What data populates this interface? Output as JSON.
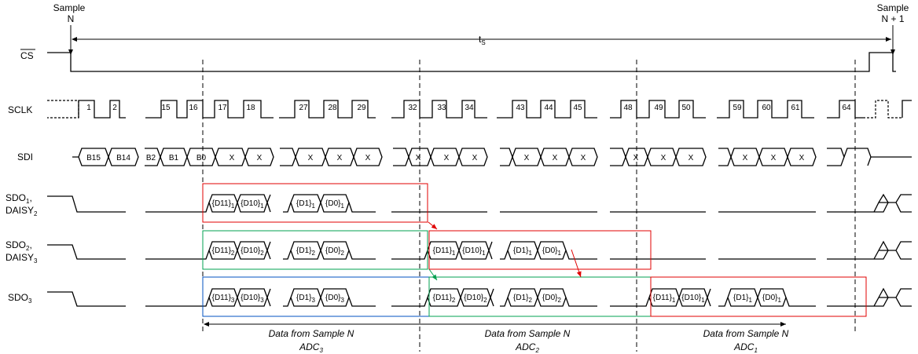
{
  "sample_n": [
    "Sample",
    "N"
  ],
  "sample_n1": [
    "Sample",
    "N + 1"
  ],
  "ts": {
    "base": "t",
    "sub": "S"
  },
  "signals": {
    "cs": "CS",
    "sclk": "SCLK",
    "sdi": "SDI",
    "sdo1": {
      "line1": "SDO",
      "sub1": "1",
      "line2": "DAISY",
      "sub2": "2",
      "comma": ","
    },
    "sdo2": {
      "line1": "SDO",
      "sub1": "2",
      "line2": "DAISY",
      "sub2": "3",
      "comma": ","
    },
    "sdo3": {
      "base": "SDO",
      "sub": "3"
    }
  },
  "sclk_numbers": [
    "1",
    "2",
    "15",
    "16",
    "17",
    "18",
    "27",
    "28",
    "29",
    "32",
    "33",
    "34",
    "43",
    "44",
    "45",
    "48",
    "49",
    "50",
    "59",
    "60",
    "61",
    "64"
  ],
  "sdi_labels": [
    "B15",
    "B14",
    "B2",
    "B1",
    "B0",
    "X",
    "X",
    "X",
    "X",
    "X",
    "X",
    "X",
    "X",
    "X",
    "X",
    "X",
    "X",
    "X",
    "X",
    "X",
    "X",
    "X"
  ],
  "sdo1_labels": [
    {
      "base": "{D11}",
      "sub": "1"
    },
    {
      "base": "{D10}",
      "sub": "1"
    },
    {
      "base": "{D1}",
      "sub": "1"
    },
    {
      "base": "{D0}",
      "sub": "1"
    }
  ],
  "sdo2_labels": [
    {
      "base": "{D11}",
      "sub": "2"
    },
    {
      "base": "{D10}",
      "sub": "2"
    },
    {
      "base": "{D1}",
      "sub": "2"
    },
    {
      "base": "{D0}",
      "sub": "2"
    },
    {
      "base": "{D11}",
      "sub": "1"
    },
    {
      "base": "{D10}",
      "sub": "1"
    },
    {
      "base": "{D1}",
      "sub": "1"
    },
    {
      "base": "{D0}",
      "sub": "1"
    }
  ],
  "sdo3_labels": [
    {
      "base": "{D11}",
      "sub": "3"
    },
    {
      "base": "{D10}",
      "sub": "3"
    },
    {
      "base": "{D1}",
      "sub": "3"
    },
    {
      "base": "{D0}",
      "sub": "3"
    },
    {
      "base": "{D11}",
      "sub": "2"
    },
    {
      "base": "{D10}",
      "sub": "2"
    },
    {
      "base": "{D1}",
      "sub": "2"
    },
    {
      "base": "{D0}",
      "sub": "2"
    },
    {
      "base": "{D11}",
      "sub": "1"
    },
    {
      "base": "{D10}",
      "sub": "1"
    },
    {
      "base": "{D1}",
      "sub": "1"
    },
    {
      "base": "{D0}",
      "sub": "1"
    }
  ],
  "captions": [
    {
      "line1": "Data from Sample N",
      "line2": {
        "base": "ADC",
        "sub": "3"
      }
    },
    {
      "line1": "Data from Sample N",
      "line2": {
        "base": "ADC",
        "sub": "2"
      }
    },
    {
      "line1": "Data from Sample N",
      "line2": {
        "base": "ADC",
        "sub": "1"
      }
    }
  ],
  "colors": {
    "red": "#e00000",
    "green": "#00a050",
    "blue": "#0050c0",
    "wave": "#000000"
  }
}
